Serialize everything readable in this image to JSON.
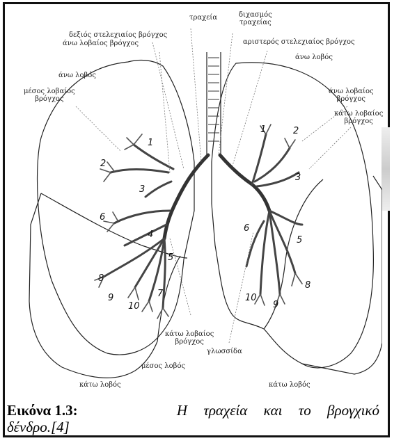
{
  "figure": {
    "labels": {
      "trachea": "τραχεία",
      "bifurcation_line1": "διχασμός",
      "bifurcation_line2": "τραχείας",
      "right_main_bronchus": "δεξιός στελεχιαίος βρόγχος",
      "right_upper_bronchus": "άνω λοβαίος βρόγχος",
      "left_main_bronchus": "αριστερός στελεχιαίος βρόγχος",
      "left_upper_lobe": "άνω λοβός",
      "right_upper_lobe": "άνω λοβός",
      "middle_bronchus_line1": "μέσος λοβαίος",
      "middle_bronchus_line2": "βρόγχος",
      "left_upper_bronchus_line1": "άνω λοβαίος",
      "left_upper_bronchus_line2": "βρόγχος",
      "left_lower_bronchus_line1": "κάτω λοβαίος",
      "left_lower_bronchus_line2": "βρόγχος",
      "right_lower_bronchus_line1": "κάτω λοβαίος",
      "right_lower_bronchus_line2": "βρόγχος",
      "lingula": "γλωσσίδα",
      "middle_lobe": "μέσος λοβός",
      "right_lower_lobe": "κάτω λοβός",
      "left_lower_lobe": "κάτω λοβός"
    },
    "segment_numbers": {
      "r1": "1",
      "r2": "2",
      "r3": "3",
      "r4": "4",
      "r5": "5",
      "r6": "6",
      "r7": "7",
      "r8": "8",
      "r9": "9",
      "r10": "10",
      "l1": "1",
      "l2": "2",
      "l3": "3",
      "l5": "5",
      "l6": "6",
      "l8": "8",
      "l9": "9",
      "l10": "10"
    }
  },
  "caption": {
    "label": "Εικόνα 1.3:",
    "text_part1": "Η τραχεία και το βρογχικό",
    "text_part2": "δένδρο.[4]"
  }
}
